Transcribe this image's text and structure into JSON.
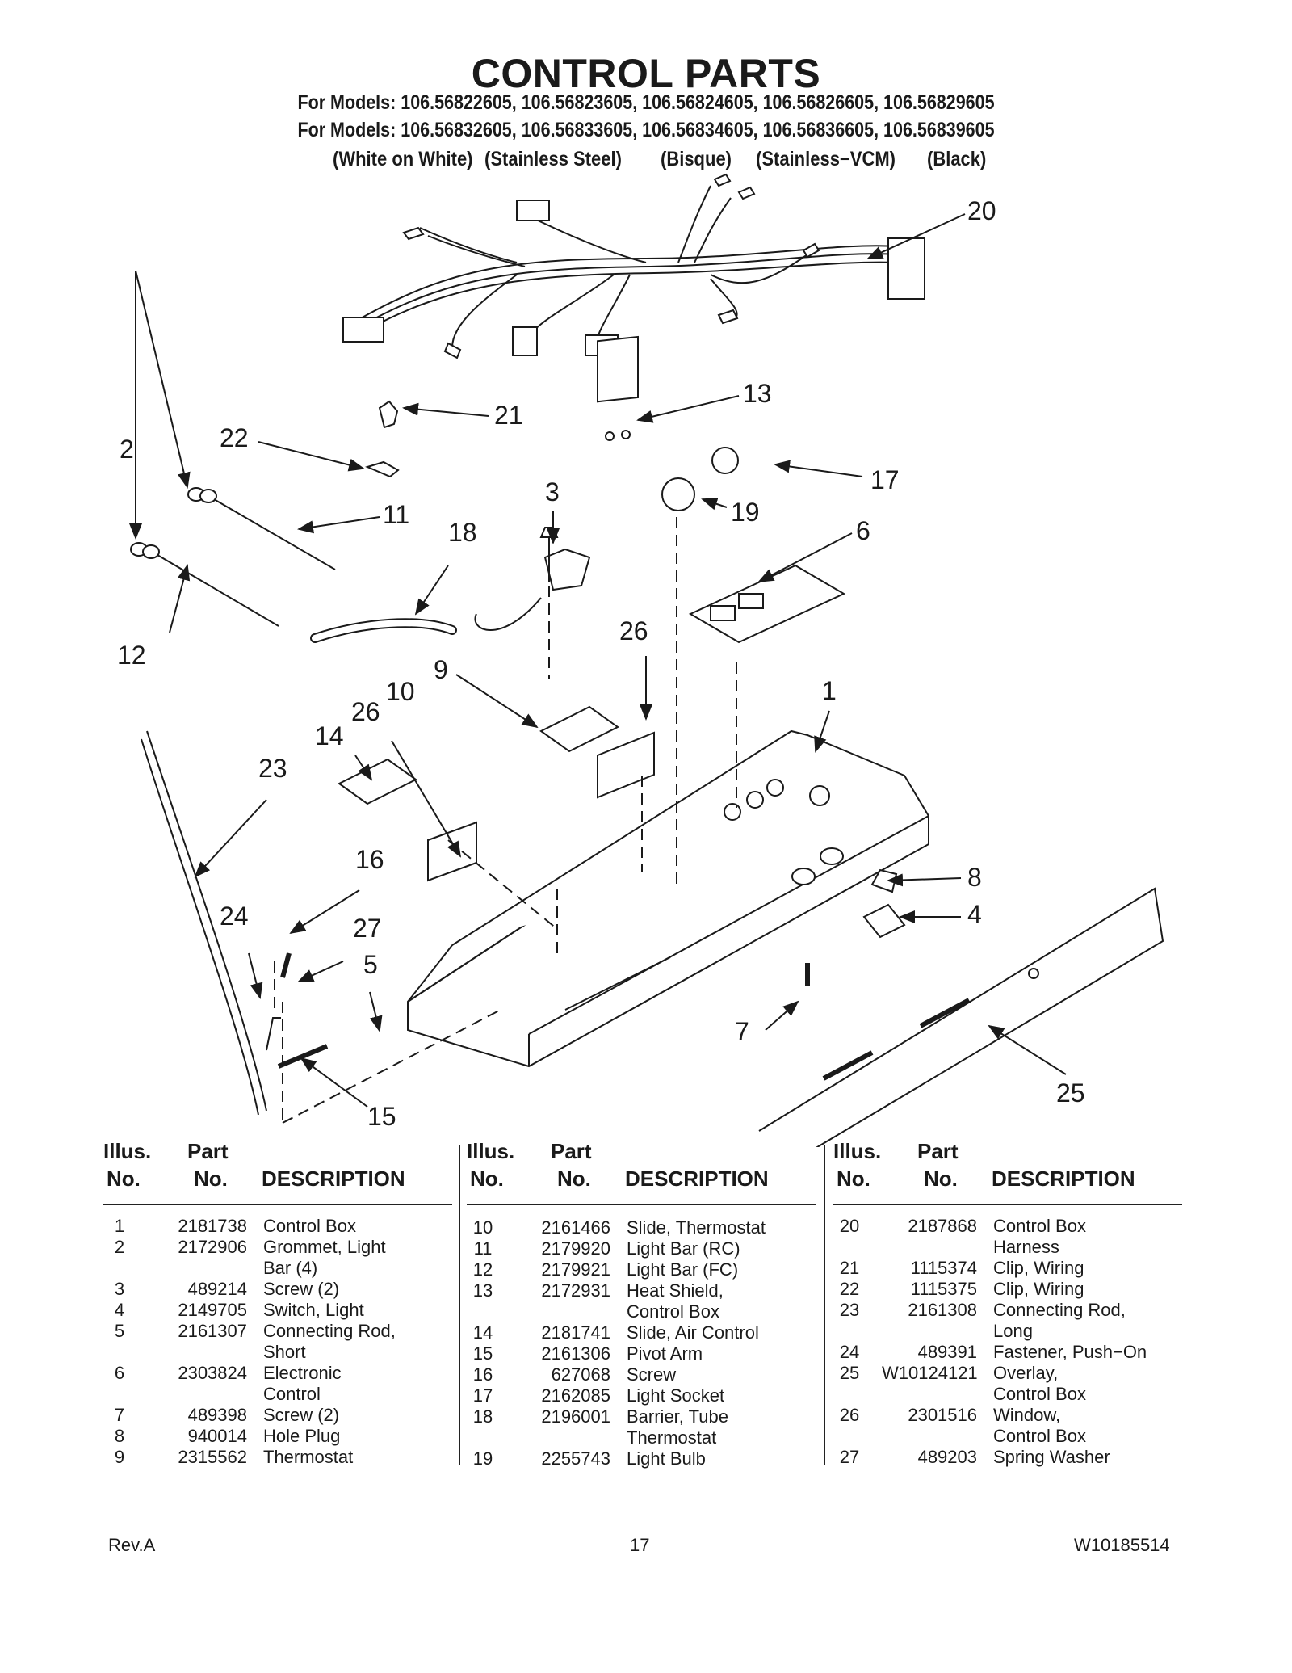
{
  "header": {
    "title": "CONTROL PARTS",
    "models_line_1": "For Models: 106.56822605, 106.56823605, 106.56824605, 106.56826605, 106.56829605",
    "models_line_2": "For Models: 106.56832605, 106.56833605, 106.56834605, 106.56836605, 106.56839605",
    "finishes": [
      "(White on White)",
      "(Stainless Steel)",
      "(Bisque)",
      "(Stainless−VCM)",
      "(Black)"
    ]
  },
  "callouts": [
    "20",
    "21",
    "13",
    "22",
    "2",
    "17",
    "11",
    "3",
    "19",
    "6",
    "18",
    "12",
    "26",
    "9",
    "10",
    "1",
    "26",
    "14",
    "23",
    "16",
    "8",
    "24",
    "4",
    "27",
    "5",
    "7",
    "25",
    "15"
  ],
  "table_headers": {
    "illus_1": "Illus.",
    "illus_2": "No.",
    "part_1": "Part",
    "part_2": "No.",
    "description": "DESCRIPTION"
  },
  "parts": {
    "col1": [
      {
        "illus": "1",
        "part": "2181738",
        "desc": [
          "Control Box"
        ]
      },
      {
        "illus": "2",
        "part": "2172906",
        "desc": [
          "Grommet, Light",
          "Bar (4)"
        ]
      },
      {
        "illus": "3",
        "part": "489214",
        "desc": [
          "Screw (2)"
        ]
      },
      {
        "illus": "4",
        "part": "2149705",
        "desc": [
          "Switch, Light"
        ]
      },
      {
        "illus": "5",
        "part": "2161307",
        "desc": [
          "Connecting Rod,",
          "Short"
        ]
      },
      {
        "illus": "6",
        "part": "2303824",
        "desc": [
          "Electronic",
          "Control"
        ]
      },
      {
        "illus": "7",
        "part": "489398",
        "desc": [
          "Screw (2)"
        ]
      },
      {
        "illus": "8",
        "part": "940014",
        "desc": [
          "Hole Plug"
        ]
      },
      {
        "illus": "9",
        "part": "2315562",
        "desc": [
          "Thermostat"
        ]
      }
    ],
    "col2": [
      {
        "illus": "10",
        "part": "2161466",
        "desc": [
          "Slide, Thermostat"
        ]
      },
      {
        "illus": "11",
        "part": "2179920",
        "desc": [
          "Light Bar (RC)"
        ]
      },
      {
        "illus": "12",
        "part": "2179921",
        "desc": [
          "Light Bar (FC)"
        ]
      },
      {
        "illus": "13",
        "part": "2172931",
        "desc": [
          "Heat Shield,",
          "Control Box"
        ]
      },
      {
        "illus": "14",
        "part": "2181741",
        "desc": [
          "Slide, Air Control"
        ]
      },
      {
        "illus": "15",
        "part": "2161306",
        "desc": [
          "Pivot Arm"
        ]
      },
      {
        "illus": "16",
        "part": "627068",
        "desc": [
          "Screw"
        ]
      },
      {
        "illus": "17",
        "part": "2162085",
        "desc": [
          "Light Socket"
        ]
      },
      {
        "illus": "18",
        "part": "2196001",
        "desc": [
          "Barrier, Tube",
          "Thermostat"
        ]
      },
      {
        "illus": "19",
        "part": "2255743",
        "desc": [
          "Light Bulb"
        ]
      }
    ],
    "col3": [
      {
        "illus": "20",
        "part": "2187868",
        "desc": [
          "Control Box",
          "Harness"
        ]
      },
      {
        "illus": "21",
        "part": "1115374",
        "desc": [
          "Clip, Wiring"
        ]
      },
      {
        "illus": "22",
        "part": "1115375",
        "desc": [
          "Clip, Wiring"
        ]
      },
      {
        "illus": "23",
        "part": "2161308",
        "desc": [
          "Connecting Rod,",
          "Long"
        ]
      },
      {
        "illus": "24",
        "part": "489391",
        "desc": [
          "Fastener, Push−On"
        ]
      },
      {
        "illus": "25",
        "part": "W10124121",
        "desc": [
          "Overlay,",
          "Control Box"
        ]
      },
      {
        "illus": "26",
        "part": "2301516",
        "desc": [
          "Window,",
          "Control Box"
        ]
      },
      {
        "illus": "27",
        "part": "489203",
        "desc": [
          "Spring Washer"
        ]
      }
    ]
  },
  "footer": {
    "revision": "Rev.A",
    "page_number": "17",
    "doc_number": "W10185514"
  }
}
